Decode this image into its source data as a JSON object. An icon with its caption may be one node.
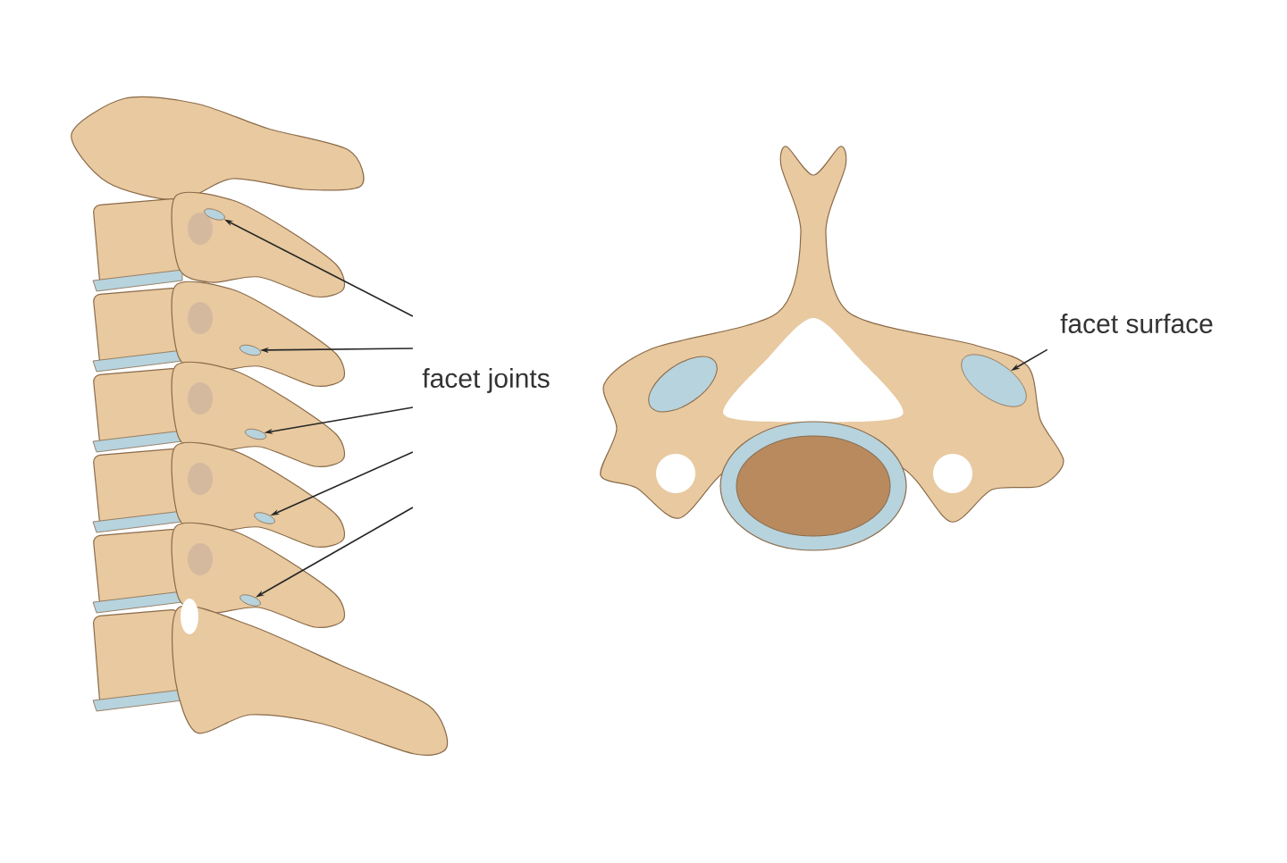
{
  "diagram": {
    "nodes": [
      {
        "text": [
          "facet joints"
        ]
      },
      {
        "text": [],
        "shape": "ellipse"
      },
      {
        "text": [],
        "shape": "ellipse"
      },
      {
        "text": [],
        "shape": "ellipse"
      },
      {
        "text": [],
        "shape": "ellipse"
      },
      {
        "text": [],
        "shape": "ellipse"
      },
      {
        "text": [
          "facet surface"
        ]
      },
      {
        "text": [],
        "shape": "ellipse"
      }
    ],
    "edges": [
      {
        "from": 0,
        "to": 1,
        "arrow": "to"
      },
      {
        "from": 0,
        "to": 2,
        "arrow": "to"
      },
      {
        "from": 0,
        "to": 3,
        "arrow": "to"
      },
      {
        "from": 0,
        "to": 4,
        "arrow": "to"
      },
      {
        "from": 0,
        "to": 5,
        "arrow": "to"
      },
      {
        "from": 6,
        "to": 7,
        "arrow": "to"
      }
    ]
  }
}
